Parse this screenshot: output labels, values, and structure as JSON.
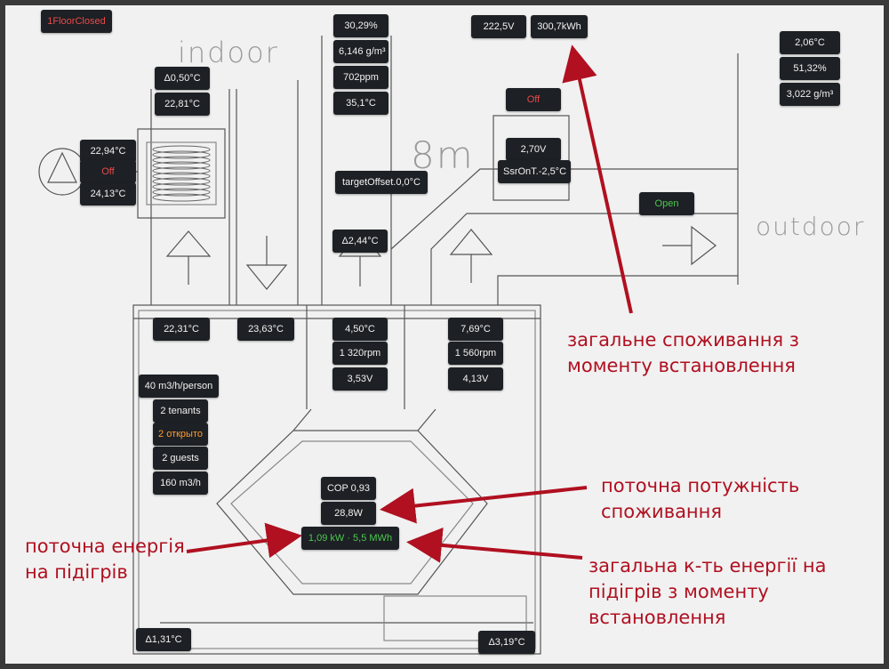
{
  "colors": {
    "badge_bg": "#1d2024",
    "badge_text": "#f2f2f2",
    "status_off": "#e84a4a",
    "status_open": "#4cc94f",
    "status_warn": "#ff9a2e",
    "annotation": "#b01020",
    "arrow": "#b01020",
    "sketch_line": "#555555"
  },
  "header": {
    "mode_badge": "1FloorClosed"
  },
  "sketch_labels": {
    "indoor": "indoor",
    "room": "8m",
    "outdoor": "outdoor"
  },
  "indoor_air": {
    "humidity": "30,29%",
    "abs_humidity": "6,146 g/m³",
    "co2": "702ppm",
    "temp": "35,1°C"
  },
  "power": {
    "voltage": "222,5V",
    "energy_total": "300,7kWh"
  },
  "outdoor_air": {
    "temp": "2,06°C",
    "humidity": "51,32%",
    "abs_humidity": "3,022 g/m³"
  },
  "heater_coil": {
    "delta": "Δ0,50°C",
    "temp": "22,81°C"
  },
  "pump": {
    "temp_in": "22,94°C",
    "state": "Off",
    "temp_out": "24,13°C"
  },
  "damper": {
    "state": "Off",
    "voltage": "2,70V",
    "sensor_offset": "SsrOnT.-2,5°C"
  },
  "target_offset": "targetOffset.0,0°C",
  "outdoor_valve": "Open",
  "delta_mid": "Δ2,44°C",
  "ducts": {
    "supply_temp": "22,31°C",
    "extract_temp": "23,63°C"
  },
  "fan_supply": {
    "temp": "4,50°C",
    "rpm": "1 320rpm",
    "voltage": "3,53V"
  },
  "fan_exhaust": {
    "temp": "7,69°C",
    "rpm": "1 560rpm",
    "voltage": "4,13V"
  },
  "occupancy": {
    "rate": "40 m3/h/person",
    "tenants": "2 tenants",
    "open": "2 открыто",
    "guests": "2 guests",
    "flow": "160 m3/h"
  },
  "heat_recovery": {
    "cop": "COP 0,93",
    "power": "28,8W",
    "heating": "1,09 kW · 5,5 MWh"
  },
  "bottom": {
    "delta_left": "Δ1,31°C",
    "delta_right": "Δ3,19°C"
  },
  "annotations": {
    "total_consumption": "загальне споживання з моменту встановлення",
    "current_power": "поточна потужність споживання",
    "current_heating": "поточна енергія на підігрів",
    "total_heating": "загальна к-ть енергії на підігрів з моменту встановлення"
  }
}
